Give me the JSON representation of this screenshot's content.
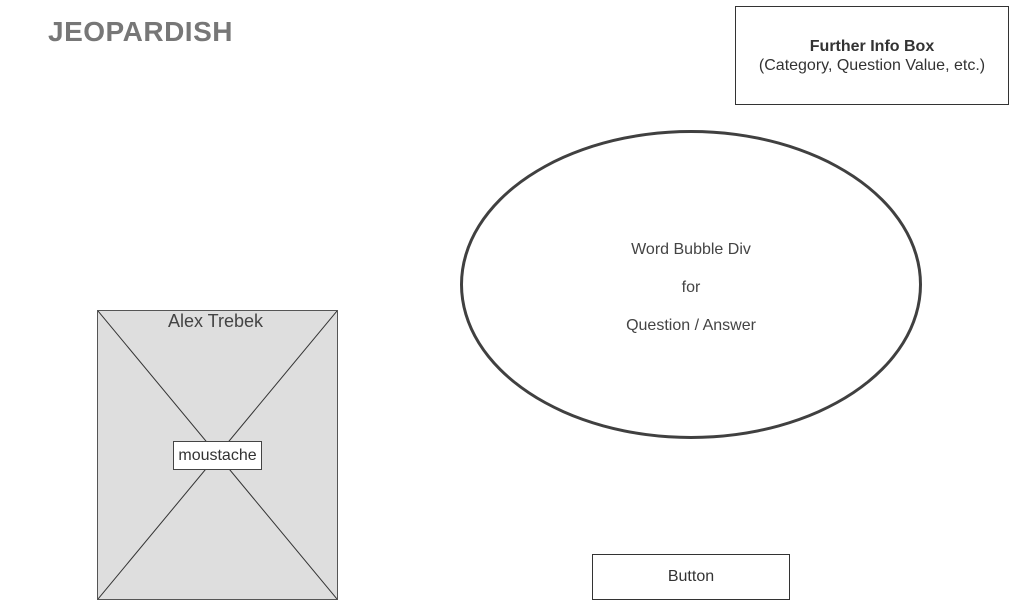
{
  "header": {
    "title": "JEOPARDISH"
  },
  "info_box": {
    "title": "Further Info Box",
    "subtitle": "(Category, Question Value, etc.)"
  },
  "word_bubble": {
    "line1": "Word Bubble Div",
    "line2": "for",
    "line3": "Question / Answer"
  },
  "host": {
    "name": "Alex Trebek",
    "moustache_label": "moustache",
    "image_icon": "image-placeholder-icon"
  },
  "actions": {
    "button_label": "Button"
  },
  "colors": {
    "title": "#777777",
    "placeholder_fill": "#dedede",
    "border": "#333333",
    "bubble_border": "#404040"
  }
}
